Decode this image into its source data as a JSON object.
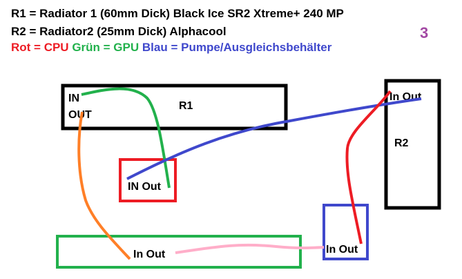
{
  "legend": {
    "line1": "R1 = Radiator 1 (60mm Dick) Black Ice SR2 Xtreme+ 240 MP",
    "line2": "R2 = Radiator2  (25mm Dick) Alphacool",
    "line3": {
      "red": "Rot = CPU",
      "green": "Grün = GPU",
      "blue": "Blau = Pumpe/Ausgleichsbehälter"
    }
  },
  "page_number": "3",
  "components": {
    "r1": {
      "name": "R1",
      "in": "IN",
      "out": "OUT",
      "color": "#000000"
    },
    "r2": {
      "name": "R2",
      "ports": "In Out",
      "color": "#000000"
    },
    "cpu": {
      "ports": "IN Out",
      "color": "#ed1c24"
    },
    "gpu": {
      "ports": "In Out",
      "color": "#22b14c"
    },
    "pump": {
      "ports": "In Out",
      "color": "#3f48cc"
    }
  },
  "tube_colors": {
    "green": "#22b14c",
    "blue": "#3f48cc",
    "red": "#ed1c24",
    "orange": "#ff7f27",
    "pink": "#ffaec9"
  }
}
